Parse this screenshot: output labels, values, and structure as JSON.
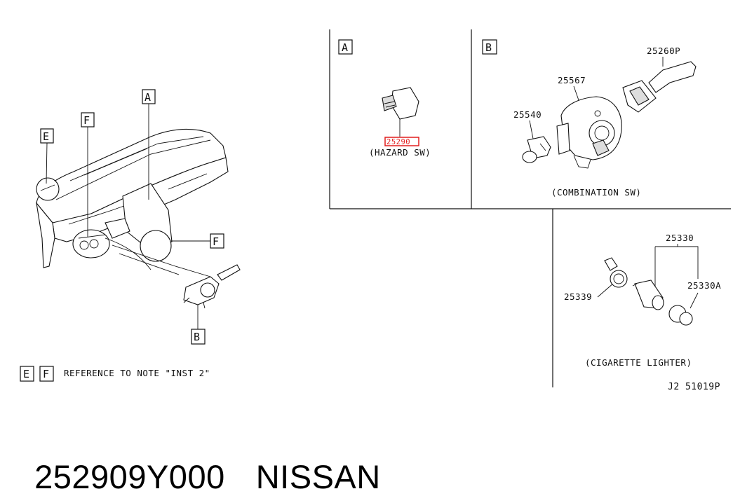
{
  "callouts": {
    "A": "A",
    "B": "B",
    "E": "E",
    "F": "F"
  },
  "panel_a": {
    "box_label": "A",
    "part_number": "25290",
    "caption": "(HAZARD SW)"
  },
  "panel_b": {
    "box_label": "B",
    "parts": [
      "25260P",
      "25567",
      "25540"
    ],
    "caption": "(COMBINATION SW)"
  },
  "panel_c": {
    "parts": [
      "25330",
      "25339",
      "25330A"
    ],
    "caption": "(CIGARETTE LIGHTER)"
  },
  "note": {
    "box_e": "E",
    "box_f": "F",
    "text": "REFERENCE TO NOTE \"INST 2\""
  },
  "diagram_id": "J2 51019P",
  "part_code": "252909Y000",
  "brand": "NISSAN",
  "colors": {
    "highlight": "#e21d1d",
    "line": "#111111"
  }
}
